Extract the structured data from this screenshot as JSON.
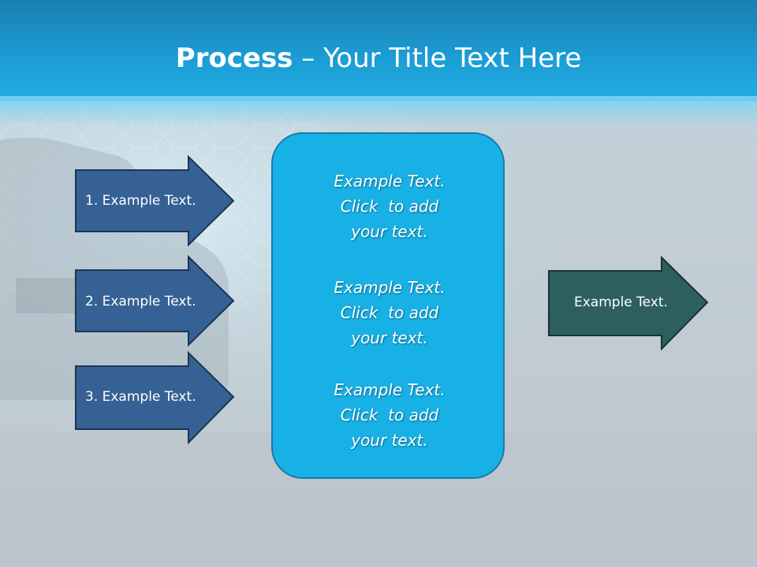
{
  "title": {
    "bold": "Process",
    "rest": " – Your Title Text Here"
  },
  "left_arrows": [
    {
      "label": "1. Example Text."
    },
    {
      "label": "2. Example Text."
    },
    {
      "label": "3. Example Text."
    }
  ],
  "center_blocks": [
    {
      "line1": "Example Text.",
      "line2": "Click  to add",
      "line3": "your text."
    },
    {
      "line1": "Example Text.",
      "line2": "Click  to add",
      "line3": "your text."
    },
    {
      "line1": "Example Text.",
      "line2": "Click  to add",
      "line3": "your text."
    }
  ],
  "right_arrow": {
    "label": "Example Text."
  },
  "colors": {
    "header": "#1b9bd3",
    "left_arrow_fill": "#366195",
    "center_box_fill": "#18b1e6",
    "right_arrow_fill": "#2e5f5f"
  }
}
